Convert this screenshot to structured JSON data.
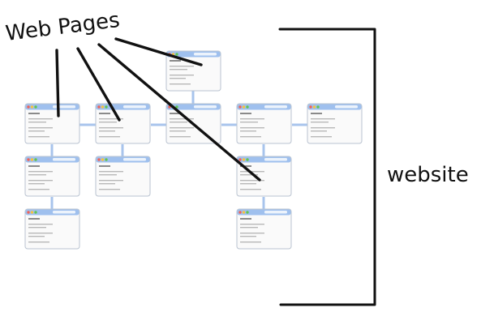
{
  "annotations": {
    "web_pages_label": "Web Pages",
    "website_label": "website"
  },
  "colors": {
    "connector": "#a8c4ec",
    "titlebar": "#9fc0ee",
    "window_border": "#b9c3d0",
    "window_bg": "#fafafa",
    "dot_red": "#f0645a",
    "dot_yellow": "#f5c142",
    "dot_green": "#61c554",
    "ink": "#111111"
  },
  "pages": [
    {
      "id": "p-top"
    },
    {
      "id": "p-r1c1"
    },
    {
      "id": "p-r1c2"
    },
    {
      "id": "p-r1c3"
    },
    {
      "id": "p-r1c4"
    },
    {
      "id": "p-r1c5"
    },
    {
      "id": "p-r2c1"
    },
    {
      "id": "p-r2c2"
    },
    {
      "id": "p-r2c4"
    },
    {
      "id": "p-r3c1"
    },
    {
      "id": "p-r3c4"
    }
  ]
}
